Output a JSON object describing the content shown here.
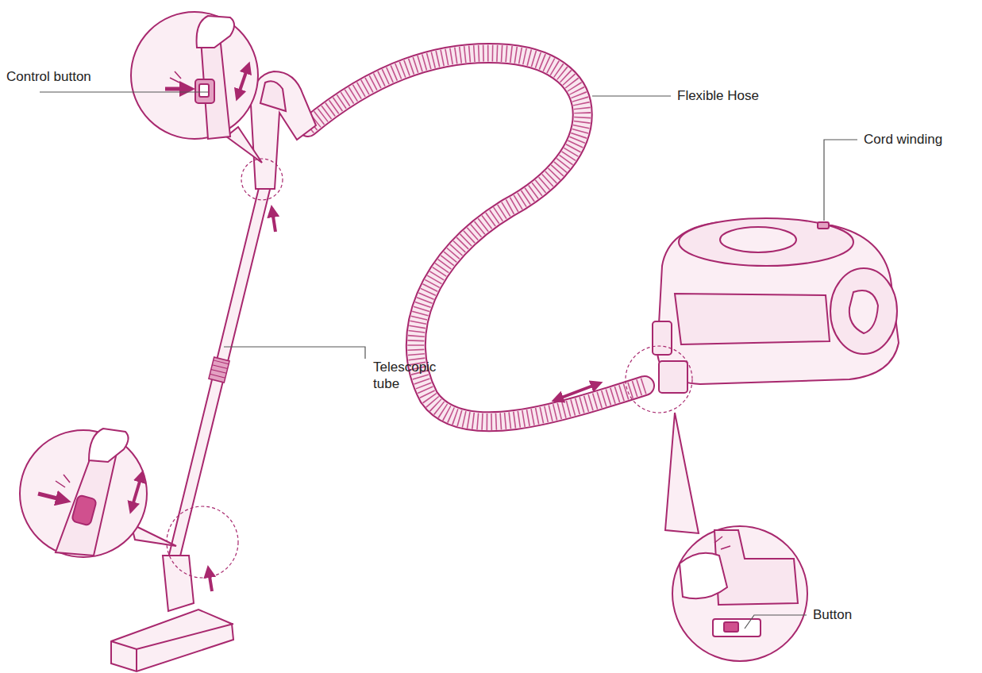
{
  "diagram": {
    "labels": [
      "Control button",
      "Flexible Hose",
      "Cord winding",
      "Telescopic tube",
      "Button"
    ]
  }
}
